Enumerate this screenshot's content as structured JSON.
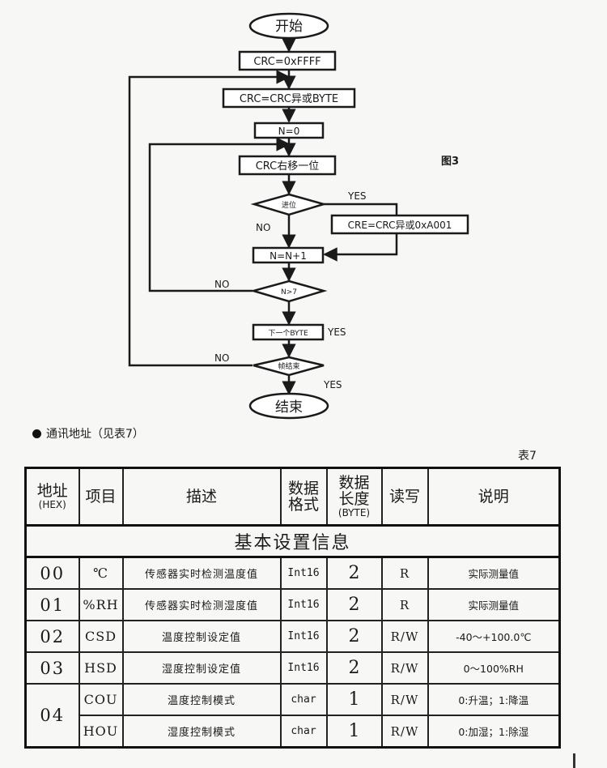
{
  "flowchart": {
    "figure_label": "图3",
    "start": "开始",
    "init_crc": "CRC=0xFFFF",
    "xor_byte": "CRC=CRC异或BYTE",
    "n_zero": "N=0",
    "shift": "CRC右移一位",
    "carry_decision": "进位",
    "xor_poly": "CRE=CRC异或0xA001",
    "n_inc": "N=N+1",
    "n_decision": "N>7",
    "next_byte": "下一个BYTE",
    "frame_decision": "帧结束",
    "end": "结束",
    "label_yes": "YES",
    "label_no": "NO"
  },
  "section": {
    "title": "通讯地址（见表7）",
    "caption": "表7"
  },
  "table": {
    "headers": {
      "addr": "地址",
      "addr_sub": "(HEX)",
      "item": "项目",
      "desc": "描述",
      "fmt": "数据格式",
      "len": "数据长度",
      "len_sub": "(BYTE)",
      "rw": "读写",
      "note": "说明"
    },
    "section_title": "基本设置信息",
    "rows": [
      {
        "addr": "00",
        "item": "℃",
        "desc": "传感器实时检测温度值",
        "fmt": "Int16",
        "len": "2",
        "rw": "R",
        "note": "实际测量值"
      },
      {
        "addr": "01",
        "item": "%RH",
        "desc": "传感器实时检测湿度值",
        "fmt": "Int16",
        "len": "2",
        "rw": "R",
        "note": "实际测量值"
      },
      {
        "addr": "02",
        "item": "CSD",
        "desc": "温度控制设定值",
        "fmt": "Int16",
        "len": "2",
        "rw": "R/W",
        "note": "-40～+100.0℃"
      },
      {
        "addr": "03",
        "item": "HSD",
        "desc": "湿度控制设定值",
        "fmt": "Int16",
        "len": "2",
        "rw": "R/W",
        "note": "0～100%RH"
      },
      {
        "addr": "04",
        "item": "COU",
        "desc": "温度控制模式",
        "fmt": "char",
        "len": "1",
        "rw": "R/W",
        "note": "0:升温；1:降温"
      },
      {
        "item": "HOU",
        "desc": "湿度控制模式",
        "fmt": "char",
        "len": "1",
        "rw": "R/W",
        "note": "0:加湿；1:除湿"
      }
    ]
  }
}
